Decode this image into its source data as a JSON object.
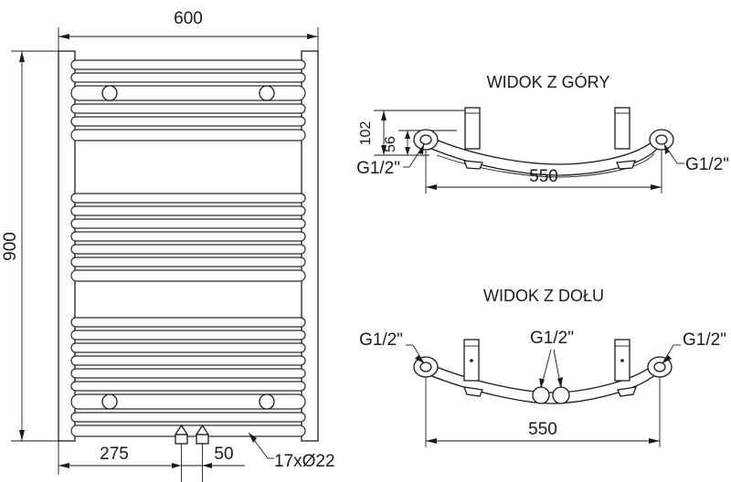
{
  "document": {
    "type": "technical-drawing",
    "subject": "towel-radiator",
    "background_color": "#ffffff",
    "line_color": "#1a1a1a"
  },
  "front_view": {
    "name": "front-view",
    "dimensions": {
      "width_label": "600",
      "height_label": "900",
      "offset_label": "275",
      "spacing_label": "50",
      "bar_callout": "17xØ22"
    },
    "geometry": {
      "width_mm": 600,
      "height_mm": 900,
      "rung_count": 17,
      "rung_diameter_mm": 22,
      "valve_offset_mm": 275,
      "valve_spacing_mm": 50
    }
  },
  "top_view": {
    "name": "top-view",
    "title": "WIDOK Z GÓRY",
    "dimensions": {
      "depth_outer_label": "102",
      "depth_inner_label": "56",
      "width_label": "550"
    },
    "connections": {
      "left_label": "G1/2\"",
      "right_label": "G1/2\""
    }
  },
  "bottom_view": {
    "name": "bottom-view",
    "title": "WIDOK Z DOŁU",
    "dimensions": {
      "width_label": "550"
    },
    "connections": {
      "left_label": "G1/2\"",
      "center_label": "G1/2\"",
      "right_label": "G1/2\""
    }
  }
}
